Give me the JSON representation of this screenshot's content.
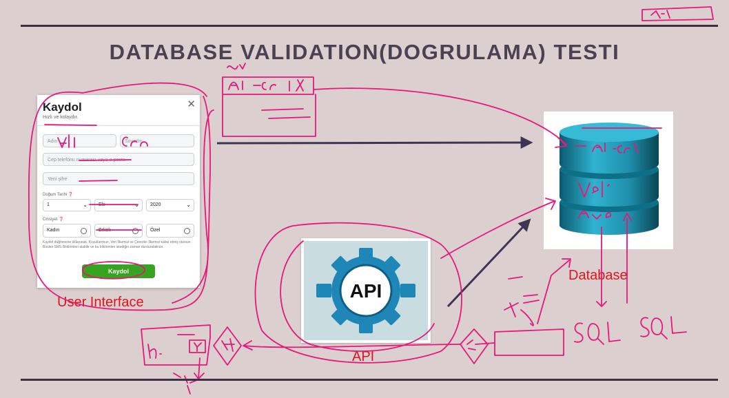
{
  "slide": {
    "title": "DATABASE VALIDATION(DOGRULAMA) TESTI"
  },
  "signup_form": {
    "title": "Kaydol",
    "subtitle": "Hızlı ve kolaydır.",
    "close_icon": "close-icon",
    "first_name_placeholder": "Adın",
    "last_name_placeholder": "Soyadın",
    "contact_placeholder": "Cep telefonu numarası veya e-posta",
    "password_placeholder": "Yeni şifre",
    "birthday_label": "Doğum Tarihi ❓",
    "birthday": {
      "day": "1",
      "month": "Eki",
      "year": "2020"
    },
    "gender_label": "Cinsiyet ❓",
    "gender_options": [
      "Kadın",
      "Erkek",
      "Özel"
    ],
    "terms_text": "Kaydol düğmesine tıklayarak, Koşullarımızı, Veri İlkemizi ve Çerezler İlkemizi kabul etmiş olursun. Bizden SMS Bildirimleri alabilir ve bu bildirimleri istediğin zaman durdurabilirsin.",
    "submit_label": "Kaydol"
  },
  "api_image": {
    "label": "API"
  },
  "captions": {
    "user_interface": "User Interface",
    "database": "Database",
    "api": "API"
  },
  "colors": {
    "background": "#dccfcf",
    "title": "#4a4250",
    "caption": "#e0141c",
    "ink": "#e8177a",
    "arrow": "#3d3554",
    "db_cylinder": "#1f8fab",
    "facebook_green": "#36a420"
  }
}
